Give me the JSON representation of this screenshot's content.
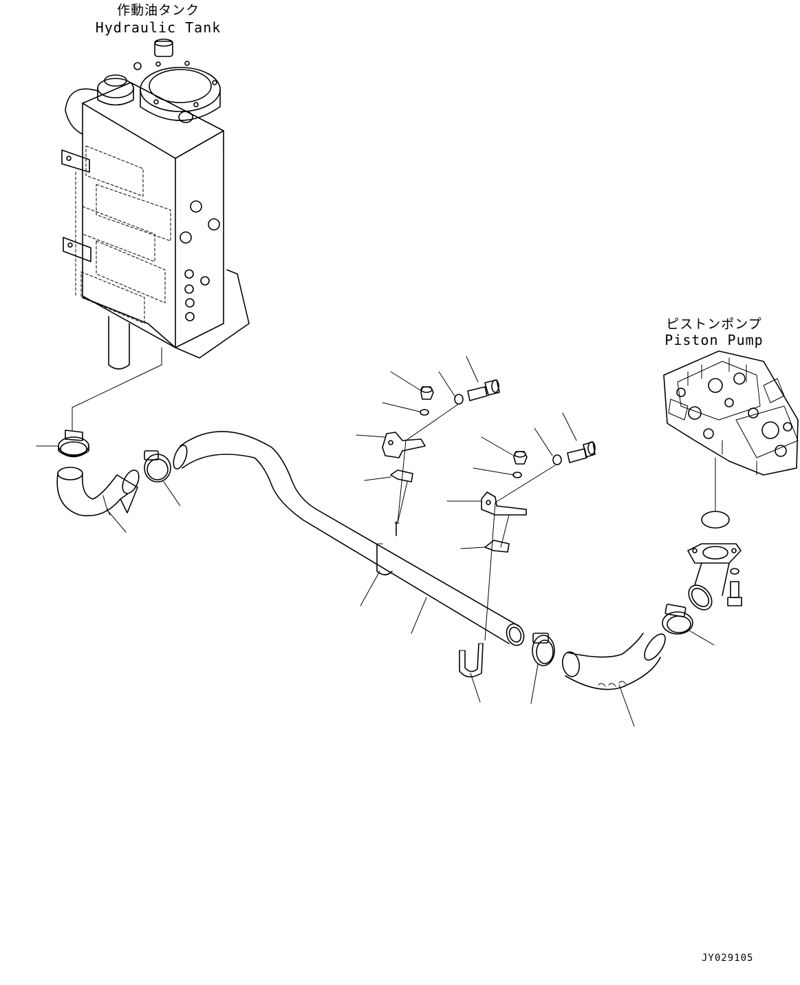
{
  "labels": {
    "tank_jp": "作動油タンク",
    "tank_en": "Hydraulic Tank",
    "pump_jp": "ピストンポンプ",
    "pump_en": "Piston Pump",
    "drawing_no": "JY029105"
  },
  "colors": {
    "line": "#000000",
    "background": "#ffffff"
  }
}
